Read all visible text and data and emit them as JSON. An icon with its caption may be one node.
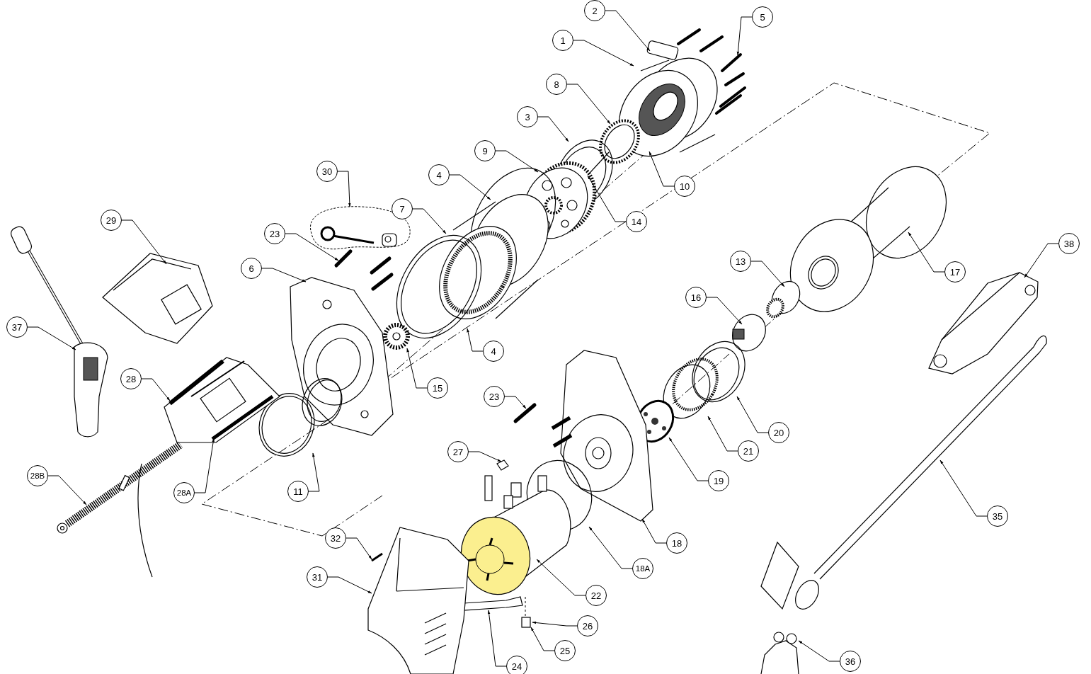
{
  "diagram": {
    "nodes": [
      {
        "text": [
          "2"
        ]
      },
      {
        "text": [
          "5"
        ]
      },
      {
        "text": [
          "1"
        ]
      },
      {
        "text": [
          "8"
        ]
      },
      {
        "text": [
          "3"
        ]
      },
      {
        "text": [
          "9"
        ]
      },
      {
        "text": [
          "30"
        ]
      },
      {
        "text": [
          "4"
        ]
      },
      {
        "text": [
          "10"
        ]
      },
      {
        "text": [
          "7"
        ]
      },
      {
        "text": [
          "14"
        ]
      },
      {
        "text": [
          "29"
        ]
      },
      {
        "text": [
          "23"
        ]
      },
      {
        "text": [
          "13"
        ]
      },
      {
        "text": [
          "6"
        ]
      },
      {
        "text": [
          "38"
        ]
      },
      {
        "text": [
          "17"
        ]
      },
      {
        "text": [
          "16"
        ]
      },
      {
        "text": [
          "37"
        ]
      },
      {
        "text": [
          "4"
        ]
      },
      {
        "text": [
          "28"
        ]
      },
      {
        "text": [
          "15"
        ]
      },
      {
        "text": [
          "23"
        ]
      },
      {
        "text": [
          "20"
        ]
      },
      {
        "text": [
          "21"
        ]
      },
      {
        "text": [
          "27"
        ]
      },
      {
        "text": [
          "28B"
        ]
      },
      {
        "text": [
          "19"
        ]
      },
      {
        "text": [
          "28A"
        ]
      },
      {
        "text": [
          "11"
        ]
      },
      {
        "text": [
          "35"
        ]
      },
      {
        "text": [
          "32"
        ]
      },
      {
        "text": [
          "18"
        ]
      },
      {
        "text": [
          "18A"
        ]
      },
      {
        "text": [
          "31"
        ]
      },
      {
        "text": [
          "22"
        ]
      },
      {
        "text": [
          "26"
        ]
      },
      {
        "text": [
          "25"
        ]
      },
      {
        "text": [
          "24"
        ]
      },
      {
        "text": [
          "36"
        ]
      }
    ],
    "edges": [
      {
        "from": 0,
        "to": null,
        "arrow": "to"
      },
      {
        "from": 1,
        "to": null,
        "arrow": "to"
      },
      {
        "from": 2,
        "to": null,
        "arrow": "to"
      },
      {
        "from": 3,
        "to": null,
        "arrow": "to"
      },
      {
        "from": 4,
        "to": null,
        "arrow": "to"
      },
      {
        "from": 5,
        "to": null,
        "arrow": "to"
      },
      {
        "from": 6,
        "to": null,
        "arrow": "to"
      },
      {
        "from": 7,
        "to": null,
        "arrow": "to"
      },
      {
        "from": 8,
        "to": null,
        "arrow": "to"
      },
      {
        "from": 9,
        "to": null,
        "arrow": "to"
      },
      {
        "from": 10,
        "to": null,
        "arrow": "to"
      },
      {
        "from": 11,
        "to": null,
        "arrow": "to"
      },
      {
        "from": 12,
        "to": null,
        "arrow": "to"
      },
      {
        "from": 13,
        "to": null,
        "arrow": "to"
      },
      {
        "from": 14,
        "to": null,
        "arrow": "to"
      },
      {
        "from": 15,
        "to": null,
        "arrow": "to"
      },
      {
        "from": 16,
        "to": null,
        "arrow": "to"
      },
      {
        "from": 17,
        "to": null,
        "arrow": "to"
      },
      {
        "from": 18,
        "to": null,
        "arrow": "to"
      },
      {
        "from": 19,
        "to": null,
        "arrow": "to"
      },
      {
        "from": 20,
        "to": null,
        "arrow": "to"
      },
      {
        "from": 21,
        "to": null,
        "arrow": "to"
      },
      {
        "from": 22,
        "to": null,
        "arrow": "to"
      },
      {
        "from": 23,
        "to": null,
        "arrow": "to"
      },
      {
        "from": 24,
        "to": null,
        "arrow": "to"
      },
      {
        "from": 25,
        "to": null,
        "arrow": "to"
      },
      {
        "from": 26,
        "to": null,
        "arrow": "to"
      },
      {
        "from": 27,
        "to": null,
        "arrow": "to"
      },
      {
        "from": 28,
        "to": null,
        "arrow": "to"
      },
      {
        "from": 29,
        "to": null,
        "arrow": "to"
      },
      {
        "from": 30,
        "to": null,
        "arrow": "to"
      },
      {
        "from": 31,
        "to": null,
        "arrow": "to"
      },
      {
        "from": 32,
        "to": null,
        "arrow": "to"
      },
      {
        "from": 33,
        "to": null,
        "arrow": "to"
      },
      {
        "from": 34,
        "to": null,
        "arrow": "to"
      },
      {
        "from": 35,
        "to": null,
        "arrow": "to"
      },
      {
        "from": 36,
        "to": null,
        "arrow": "to"
      },
      {
        "from": 37,
        "to": null,
        "arrow": "to"
      },
      {
        "from": 38,
        "to": null,
        "arrow": "to"
      },
      {
        "from": 39,
        "to": null,
        "arrow": "to"
      }
    ]
  }
}
